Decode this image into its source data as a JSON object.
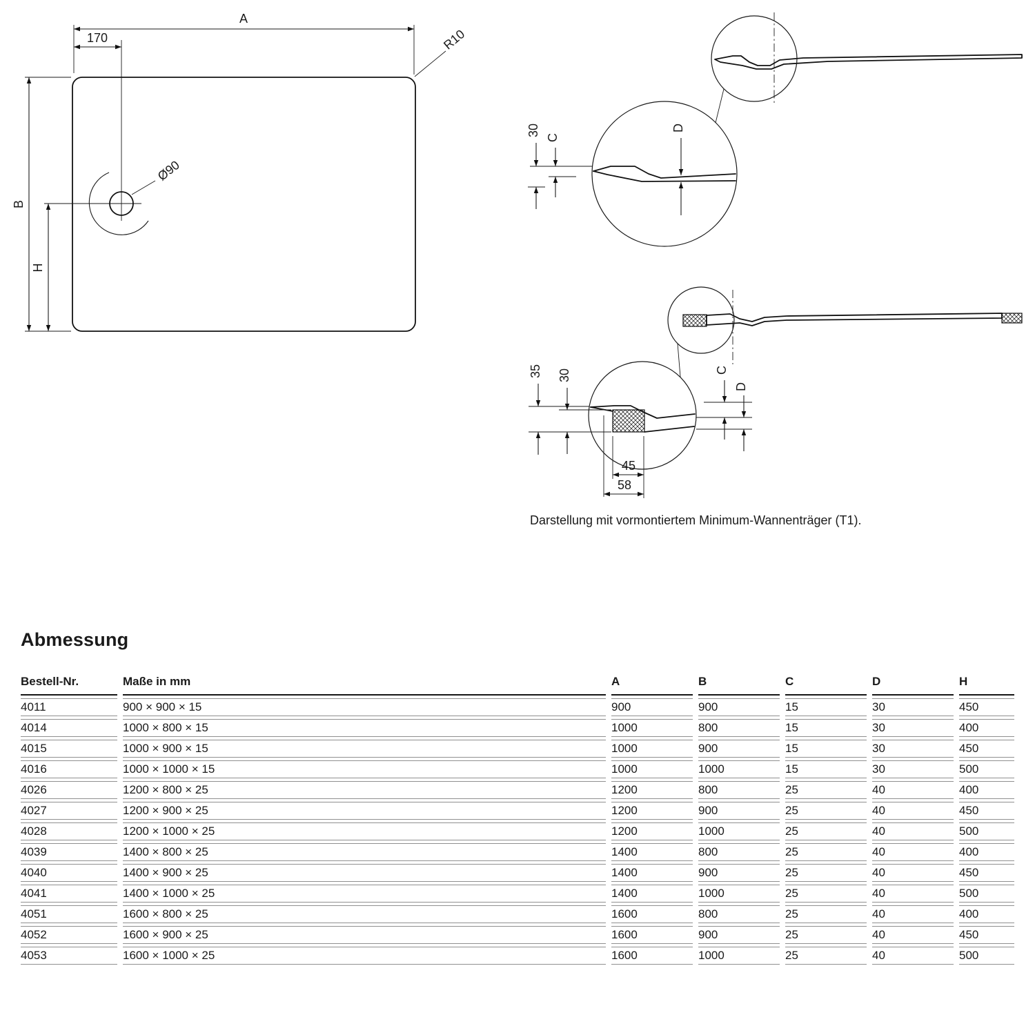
{
  "drawing": {
    "top_view": {
      "width_label": "A",
      "offset_label": "170",
      "corner_radius_label": "R10",
      "height_label": "B",
      "drain_position_label": "H",
      "drain_diameter_label": "Ø90"
    },
    "side_view_top": {
      "depth_label": "30",
      "edge_height_label": "C",
      "total_depth_label": "D"
    },
    "side_view_bottom": {
      "support_height_label": "35",
      "depth_label": "30",
      "edge_height_label": "C",
      "total_depth_label": "D",
      "drain_offset_label": "45",
      "support_offset_label": "58"
    },
    "caption": "Darstellung mit vormontiertem Minimum-Wannenträger (T1)."
  },
  "table": {
    "title": "Abmessung",
    "columns": [
      "Bestell-Nr.",
      "Maße in mm",
      "A",
      "B",
      "C",
      "D",
      "H"
    ],
    "rows": [
      [
        "4011",
        "900 × 900 × 15",
        "900",
        "900",
        "15",
        "30",
        "450"
      ],
      [
        "4014",
        "1000 × 800 × 15",
        "1000",
        "800",
        "15",
        "30",
        "400"
      ],
      [
        "4015",
        "1000 × 900 × 15",
        "1000",
        "900",
        "15",
        "30",
        "450"
      ],
      [
        "4016",
        "1000 × 1000 × 15",
        "1000",
        "1000",
        "15",
        "30",
        "500"
      ],
      [
        "4026",
        "1200 × 800 × 25",
        "1200",
        "800",
        "25",
        "40",
        "400"
      ],
      [
        "4027",
        "1200 × 900 × 25",
        "1200",
        "900",
        "25",
        "40",
        "450"
      ],
      [
        "4028",
        "1200 × 1000 × 25",
        "1200",
        "1000",
        "25",
        "40",
        "500"
      ],
      [
        "4039",
        "1400 × 800 × 25",
        "1400",
        "800",
        "25",
        "40",
        "400"
      ],
      [
        "4040",
        "1400 × 900 × 25",
        "1400",
        "900",
        "25",
        "40",
        "450"
      ],
      [
        "4041",
        "1400 × 1000 × 25",
        "1400",
        "1000",
        "25",
        "40",
        "500"
      ],
      [
        "4051",
        "1600 × 800 × 25",
        "1600",
        "800",
        "25",
        "40",
        "400"
      ],
      [
        "4052",
        "1600 × 900 × 25",
        "1600",
        "900",
        "25",
        "40",
        "450"
      ],
      [
        "4053",
        "1600 × 1000 × 25",
        "1600",
        "1000",
        "25",
        "40",
        "500"
      ]
    ]
  }
}
